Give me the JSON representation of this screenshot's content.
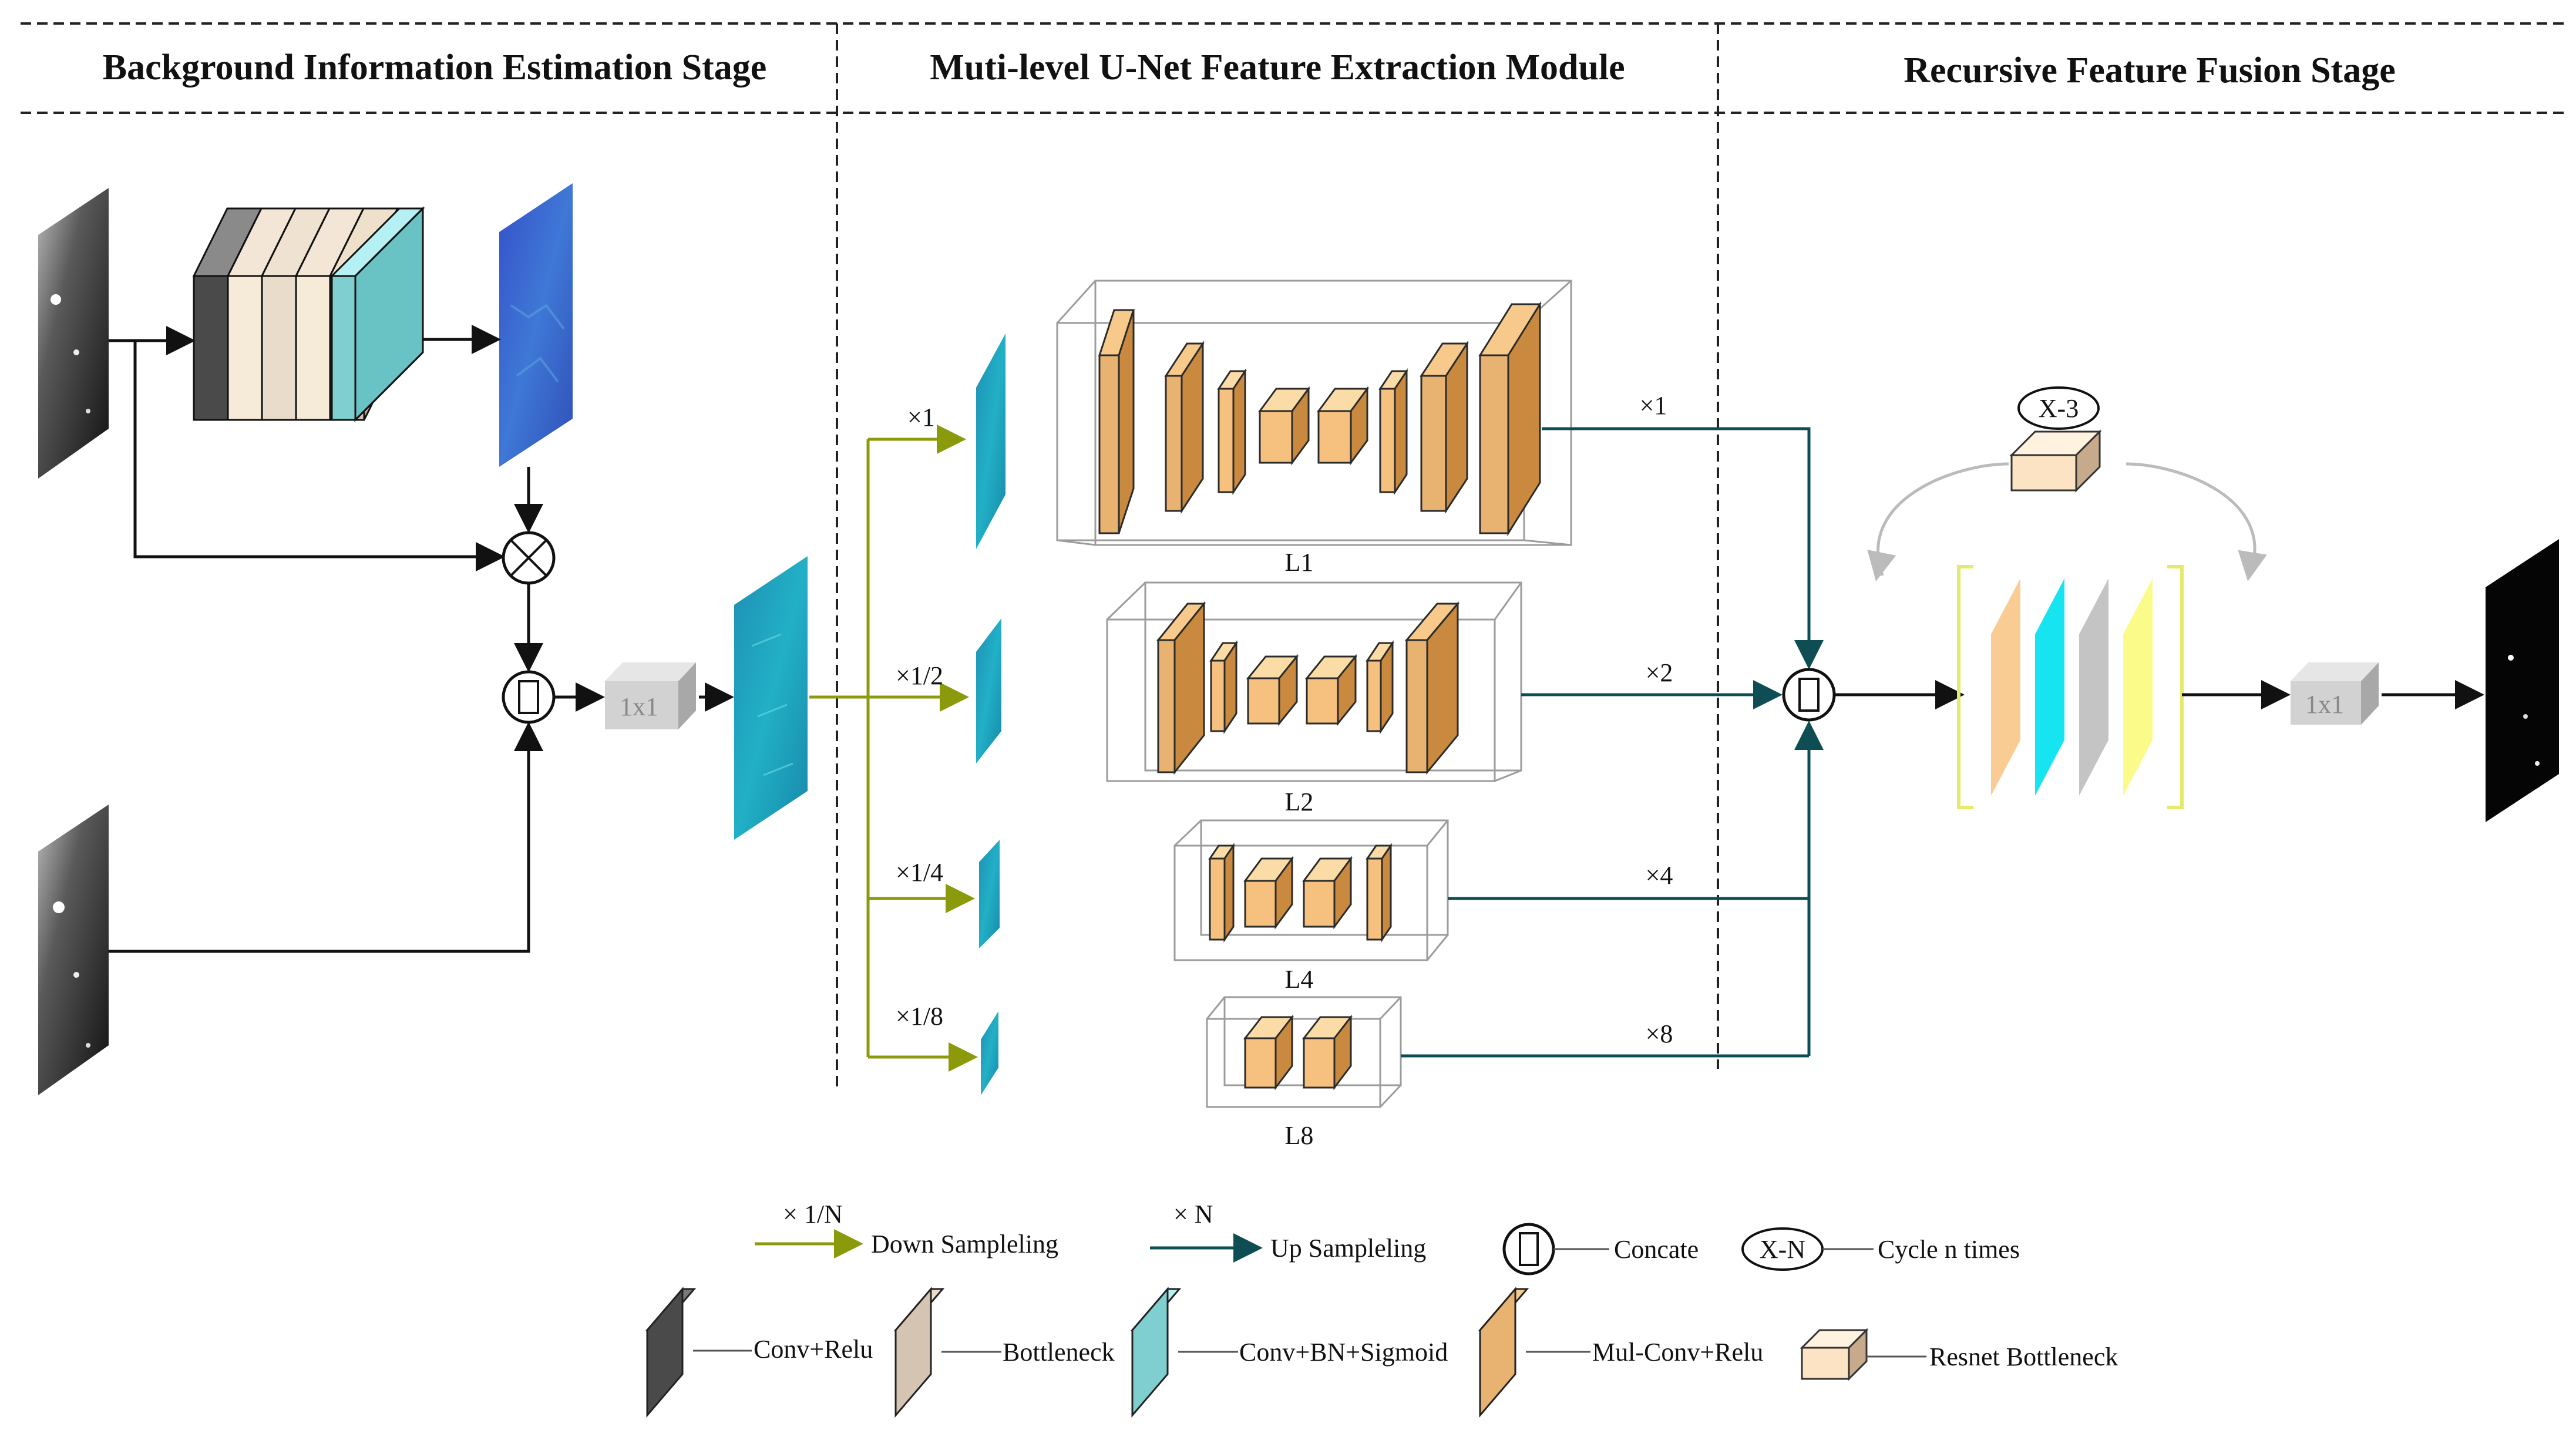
{
  "stages": {
    "background": "Background Information Estimation Stage",
    "unet": "Muti-level U-Net Feature Extraction Module",
    "fusion": "Recursive Feature Fusion Stage"
  },
  "blocks": {
    "conv1x1": "1x1"
  },
  "branches": [
    {
      "down": "×1",
      "up": "×1",
      "level": "L1"
    },
    {
      "down": "×1/2",
      "up": "×2",
      "level": "L2"
    },
    {
      "down": "×1/4",
      "up": "×4",
      "level": "L4"
    },
    {
      "down": "×1/8",
      "up": "×8",
      "level": "L8"
    }
  ],
  "cycle_label": "X-3",
  "legend": {
    "down_symbol": "× 1/N",
    "down_label": "Down Sampleling",
    "up_symbol": "× N",
    "up_label": "Up Sampleling",
    "concat_label": "Concate",
    "cycle_symbol": "X-N",
    "cycle_label": "Cycle n times",
    "conv_relu": "Conv+Relu",
    "bottleneck": "Bottleneck",
    "conv_bn_sigmoid": "Conv+BN+Sigmoid",
    "mul_conv_relu": "Mul-Conv+Relu",
    "resnet_bottleneck": "Resnet Bottleneck"
  },
  "colors": {
    "down_arrow": "#8a9a0b",
    "up_arrow": "#0f4d55",
    "conv_relu": "#4a4a4a",
    "bottleneck": "#d6c4b2",
    "conv_bn_sigmoid": "#7fcfd0",
    "mul_conv_relu": "#e8b270",
    "resnet_bottleneck": "#fbe3c3",
    "cyan_feature": "#1aa3c0",
    "blue_feature": "#3b5fd0"
  }
}
